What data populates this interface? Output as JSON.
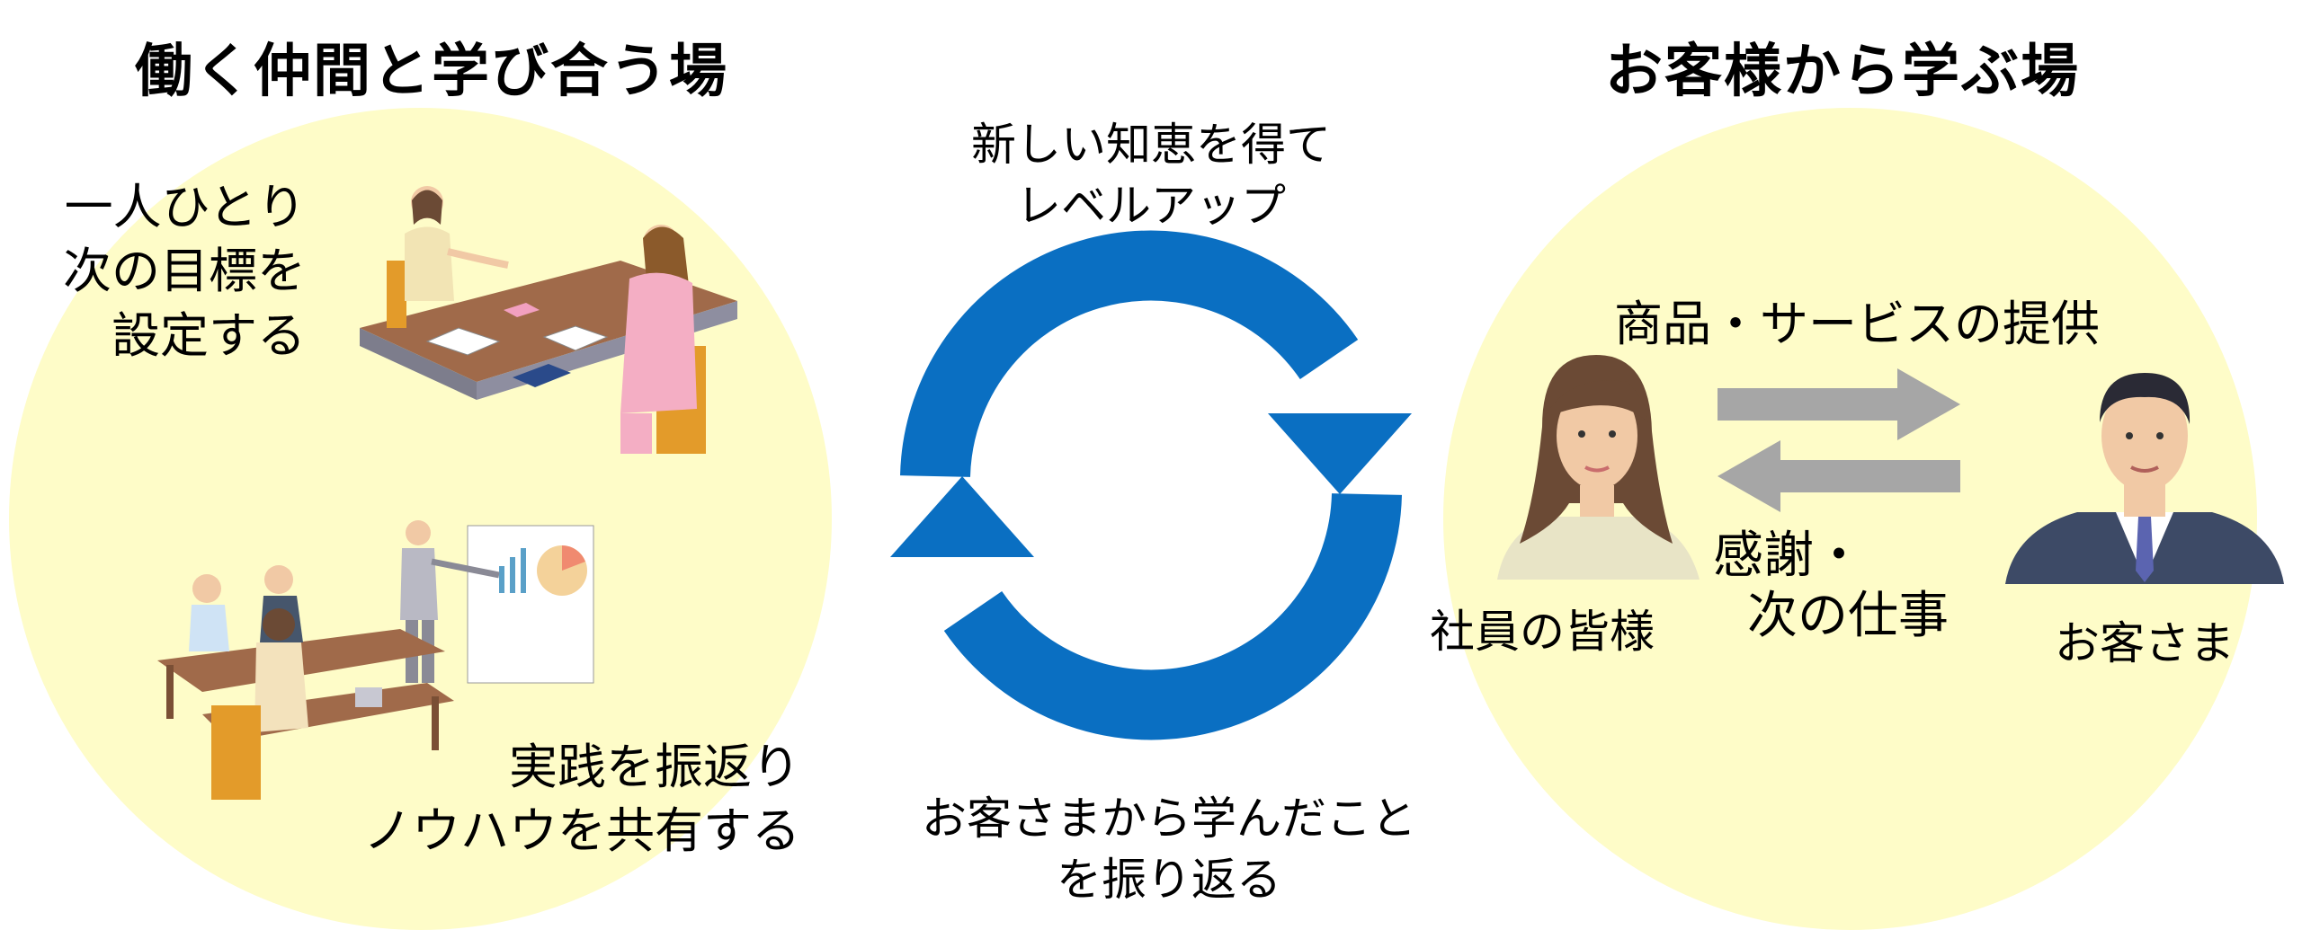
{
  "left": {
    "title": "働く仲間と学び合う場",
    "goal_text": [
      "一人ひとり",
      "次の目標を",
      "設定する"
    ],
    "share_text": [
      "実践を振返り",
      "ノウハウを共有する"
    ]
  },
  "right": {
    "title": "お客様から学ぶ場",
    "provide_text": "商品・サービスの提供",
    "thanks_text": [
      "感謝・",
      "次の仕事"
    ],
    "employee_label": "社員の皆様",
    "customer_label": "お客さま"
  },
  "center": {
    "top_text": [
      "新しい知恵を得て",
      "レベルアップ"
    ],
    "bottom_text": [
      "お客さまから学んだこと",
      "を振り返る"
    ]
  },
  "colors": {
    "circle_fill": "#fefcc8",
    "cycle_blue": "#0a6fc2",
    "arrow_gray": "#a6a6a6"
  }
}
